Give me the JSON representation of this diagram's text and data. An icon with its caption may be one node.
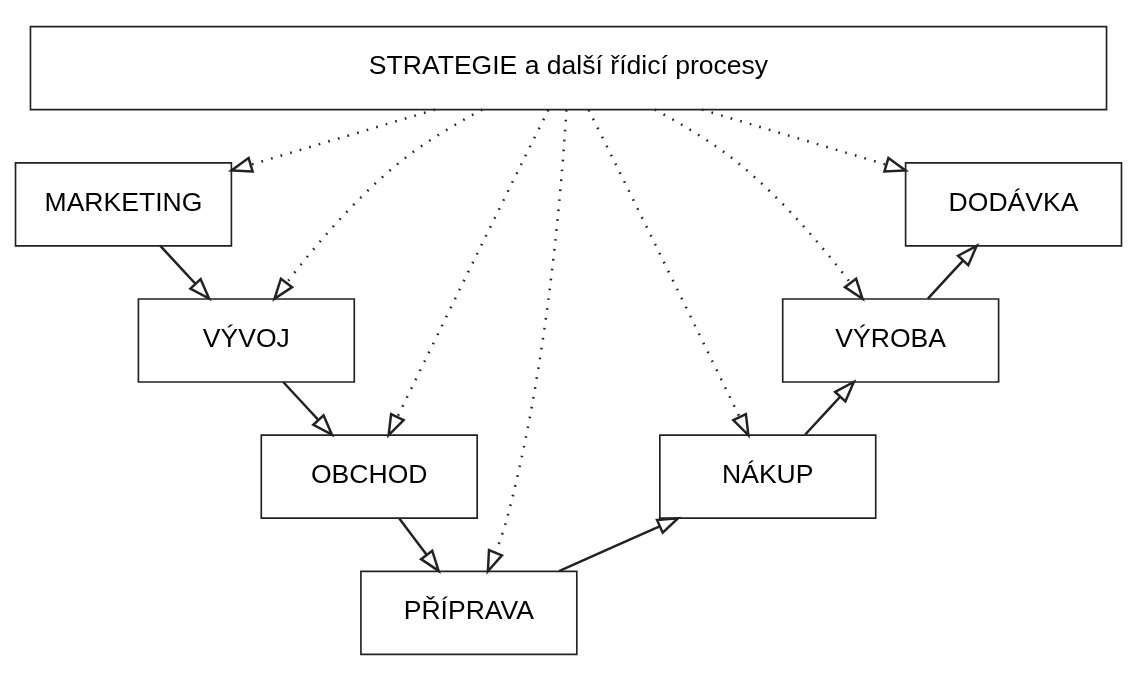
{
  "diagram": {
    "nodes": [
      {
        "text": [
          "STRATEGIE a další řídicí procesy"
        ]
      },
      {
        "text": [
          "MARKETING"
        ]
      },
      {
        "text": [
          "VÝVOJ"
        ]
      },
      {
        "text": [
          "OBCHOD"
        ]
      },
      {
        "text": [
          "PŘÍPRAVA"
        ]
      },
      {
        "text": [
          "NÁKUP"
        ]
      },
      {
        "text": [
          "VÝROBA"
        ]
      },
      {
        "text": [
          "DODÁVKA"
        ]
      }
    ],
    "edges": [
      {
        "from": 0,
        "to": 1,
        "arrow": "to",
        "style": "dashed"
      },
      {
        "from": 0,
        "to": 2,
        "arrow": "to",
        "style": "dashed"
      },
      {
        "from": 0,
        "to": 3,
        "arrow": "to",
        "style": "dashed"
      },
      {
        "from": 0,
        "to": 4,
        "arrow": "to",
        "style": "dashed"
      },
      {
        "from": 0,
        "to": 5,
        "arrow": "to",
        "style": "dashed"
      },
      {
        "from": 0,
        "to": 6,
        "arrow": "to",
        "style": "dashed"
      },
      {
        "from": 0,
        "to": 7,
        "arrow": "to",
        "style": "dashed"
      },
      {
        "from": 1,
        "to": 2,
        "arrow": "to"
      },
      {
        "from": 2,
        "to": 3,
        "arrow": "to"
      },
      {
        "from": 3,
        "to": 4,
        "arrow": "to"
      },
      {
        "from": 4,
        "to": 5,
        "arrow": "to"
      },
      {
        "from": 5,
        "to": 6,
        "arrow": "to"
      },
      {
        "from": 6,
        "to": 7,
        "arrow": "to"
      }
    ]
  }
}
